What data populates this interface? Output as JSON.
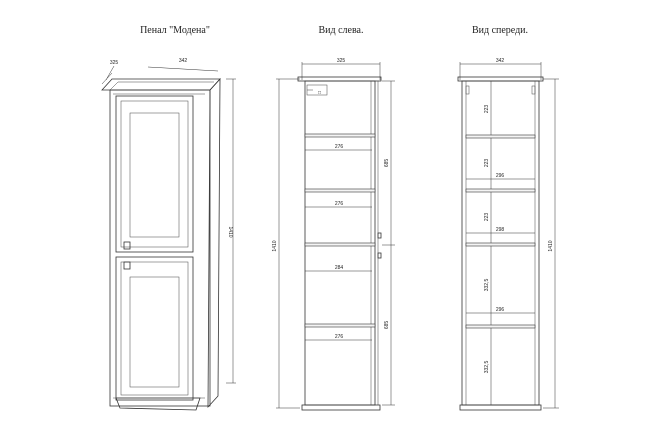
{
  "titles": {
    "view_3d": "Пенал \"Модена\"",
    "view_left": "Вид слева.",
    "view_front": "Вид спереди."
  },
  "view_3d": {
    "dim_depth": "325",
    "dim_width": "342",
    "dim_height": "1410"
  },
  "view_left": {
    "dim_top": "325",
    "dim_height": "1410",
    "dim_upper_section": "685",
    "dim_lower_section": "685",
    "shelf_widths": [
      "276",
      "276",
      "284",
      "276"
    ]
  },
  "view_front": {
    "dim_top": "342",
    "dim_height": "1410",
    "section_heights": [
      "223",
      "223",
      "223",
      "332,5",
      "332,5"
    ],
    "shelf_widths": [
      "296",
      "298",
      "296"
    ]
  }
}
